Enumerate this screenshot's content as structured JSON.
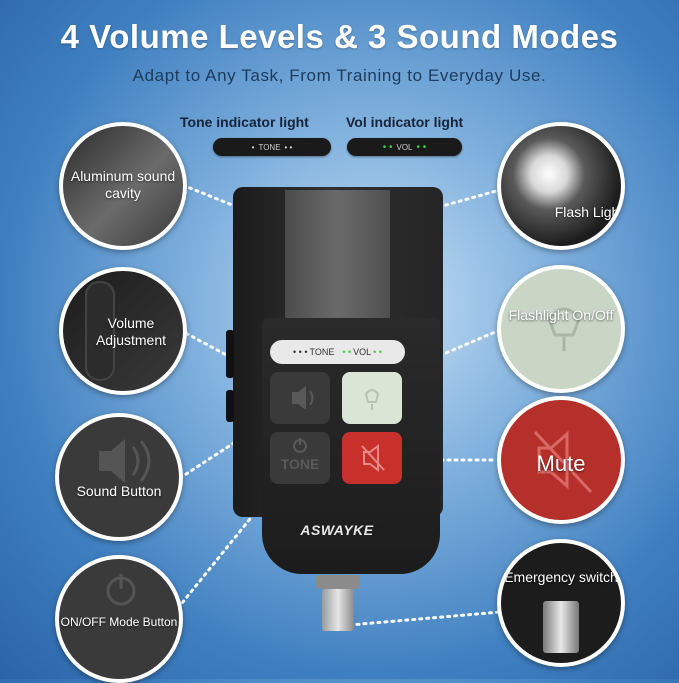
{
  "header": {
    "title": "4 Volume Levels & 3 Sound Modes",
    "subtitle": "Adapt to Any Task, From Training to Everyday Use."
  },
  "indicators": {
    "tone_label": "Tone indicator light",
    "vol_label": "Vol indicator light",
    "tone_bar_text": "TONE",
    "vol_bar_text": "VOL"
  },
  "callouts": {
    "aluminum": "Aluminum sound cavity",
    "volume": "Volume Adjustment",
    "sound_button": "Sound Button",
    "on_off": "ON/OFF Mode Button",
    "flash_light": "Flash Light",
    "flashlight_on_off": "Flashlight On/Off",
    "mute": "Mute",
    "emergency": "Emergency switch"
  },
  "device": {
    "panel_tone": "TONE",
    "panel_vol": "VOL",
    "tone_button_text": "TONE",
    "brand": "ASWAYKE"
  },
  "colors": {
    "mute_red": "#c8302c",
    "flashlight_button": "#d9e6d6",
    "vol_led": "#38d23a"
  }
}
